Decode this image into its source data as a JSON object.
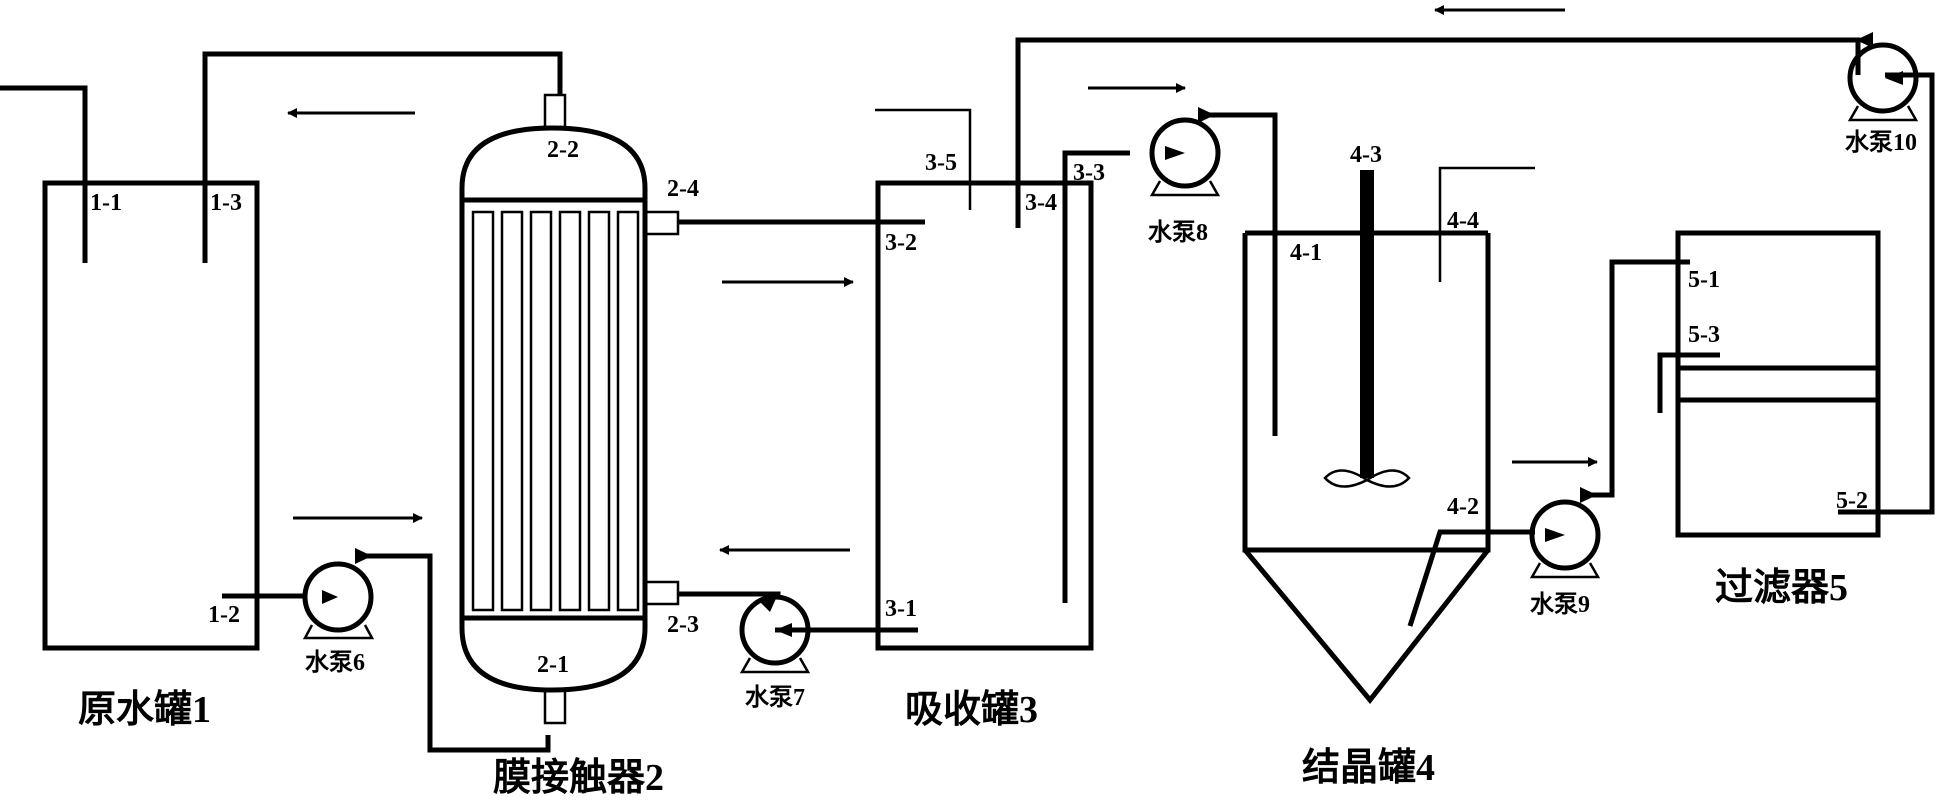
{
  "tanks": {
    "raw_water": {
      "title": "原水罐1",
      "ports": {
        "p1_1": "1-1",
        "p1_2": "1-2",
        "p1_3": "1-3"
      }
    },
    "membrane_contactor": {
      "title": "膜接触器2",
      "ports": {
        "p2_1": "2-1",
        "p2_2": "2-2",
        "p2_3": "2-3",
        "p2_4": "2-4"
      }
    },
    "absorption": {
      "title": "吸收罐3",
      "ports": {
        "p3_1": "3-1",
        "p3_2": "3-2",
        "p3_3": "3-3",
        "p3_4": "3-4",
        "p3_5": "3-5"
      }
    },
    "crystallizer": {
      "title": "结晶罐4",
      "ports": {
        "p4_1": "4-1",
        "p4_2": "4-2",
        "p4_3": "4-3",
        "p4_4": "4-4"
      }
    },
    "filter": {
      "title": "过滤器5",
      "ports": {
        "p5_1": "5-1",
        "p5_2": "5-2",
        "p5_3": "5-3"
      }
    }
  },
  "pumps": {
    "pump6": "水泵6",
    "pump7": "水泵7",
    "pump8": "水泵8",
    "pump9": "水泵9",
    "pump10": "水泵10"
  }
}
